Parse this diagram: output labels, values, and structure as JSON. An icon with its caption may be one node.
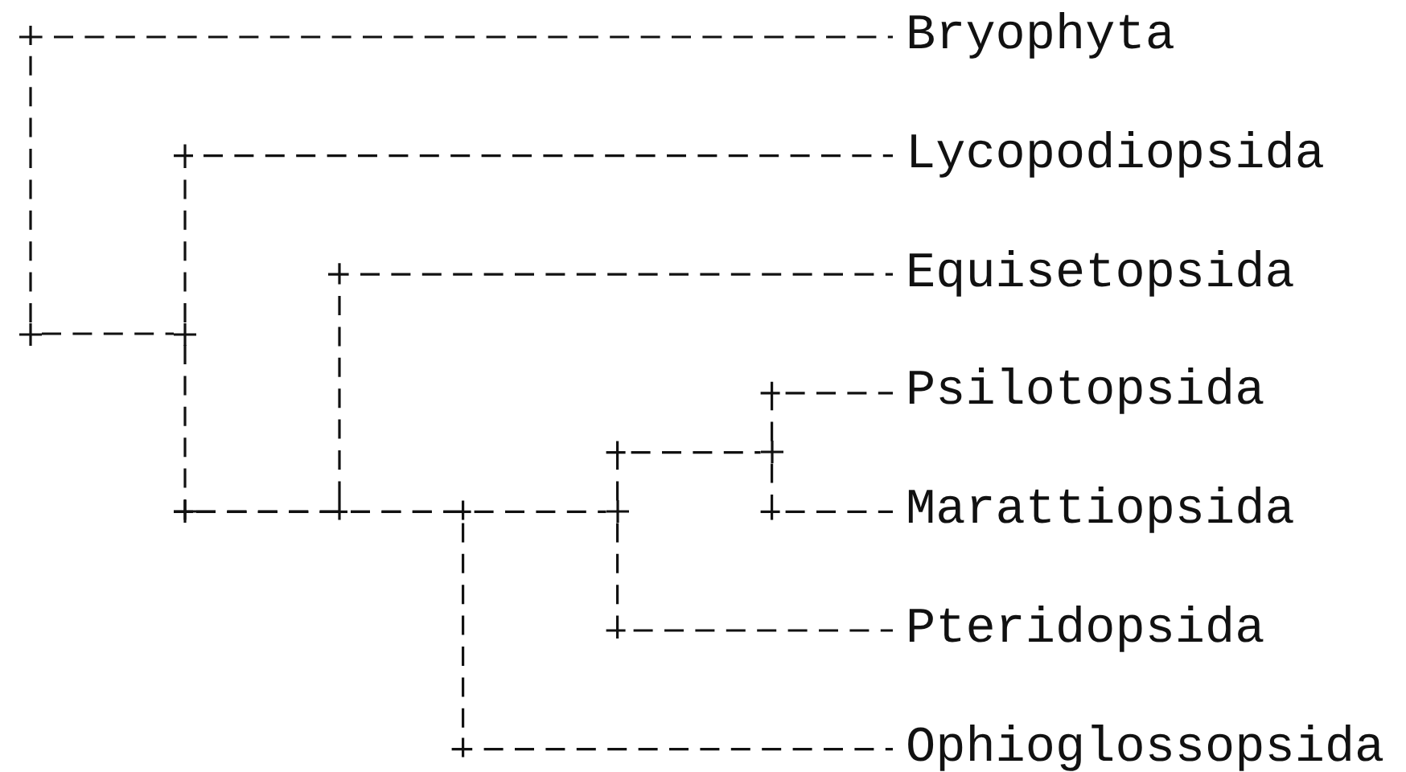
{
  "diagram": {
    "nodes": [
      {
        "text": [
          "Bryophyta"
        ]
      },
      {
        "text": [
          "Lycopodiopsida"
        ]
      },
      {
        "text": [
          "Equisetopsida"
        ]
      },
      {
        "text": [
          "Psilotopsida"
        ]
      },
      {
        "text": [
          "Marattiopsida"
        ]
      },
      {
        "text": [
          "Pteridopsida"
        ]
      },
      {
        "text": [
          "Ophioglossopsida"
        ]
      },
      {
        "text": [],
        "shape": "cross"
      },
      {
        "text": [],
        "shape": "cross"
      },
      {
        "text": [],
        "shape": "cross"
      },
      {
        "text": [],
        "shape": "cross"
      },
      {
        "text": [],
        "shape": "cross"
      }
    ],
    "edges": [
      {
        "from": 7,
        "to": 0,
        "arrow": "none"
      },
      {
        "from": 7,
        "to": 8,
        "arrow": "none"
      },
      {
        "from": 8,
        "to": 1,
        "arrow": "none"
      },
      {
        "from": 8,
        "to": 9,
        "arrow": "none"
      },
      {
        "from": 9,
        "to": 2,
        "arrow": "none"
      },
      {
        "from": 9,
        "to": 6,
        "arrow": "none"
      },
      {
        "from": 9,
        "to": 10,
        "arrow": "none"
      },
      {
        "from": 10,
        "to": 5,
        "arrow": "none"
      },
      {
        "from": 10,
        "to": 11,
        "arrow": "none"
      },
      {
        "from": 11,
        "to": 3,
        "arrow": "none"
      },
      {
        "from": 11,
        "to": 4,
        "arrow": "none"
      }
    ]
  }
}
